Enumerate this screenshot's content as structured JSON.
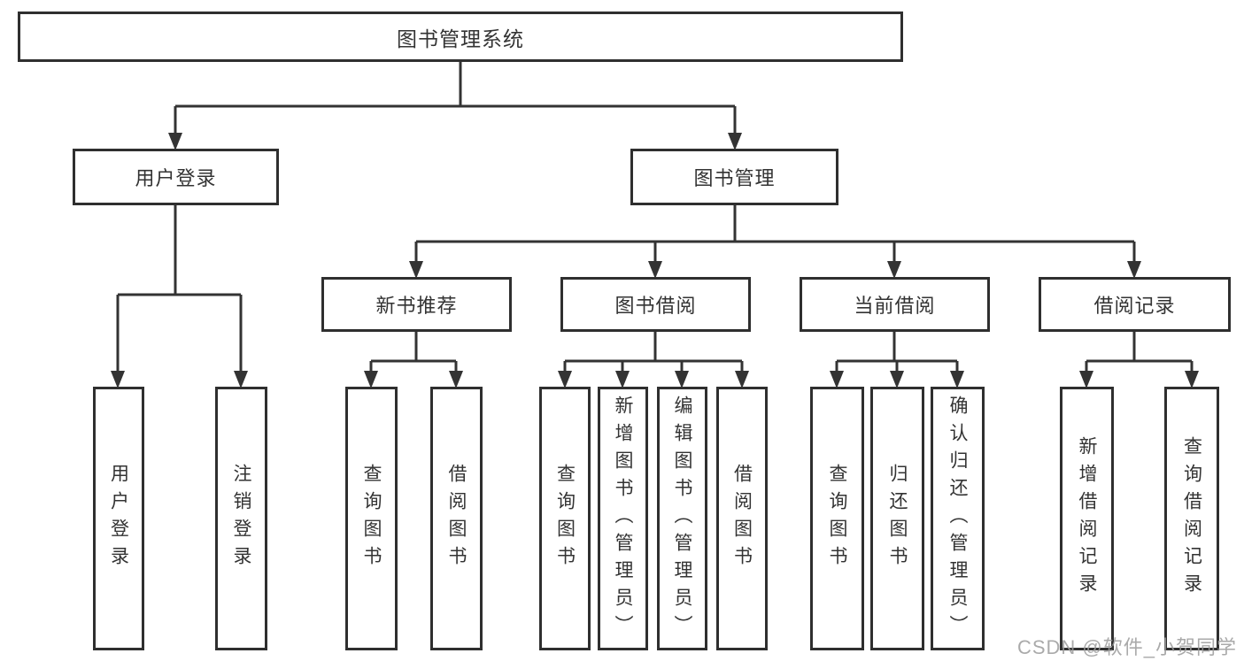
{
  "diagram": {
    "title_node": {
      "label": "图书管理系统"
    },
    "level2": [
      {
        "label": "用户登录",
        "children": [
          {
            "label": "用户登录"
          },
          {
            "label": "注销登录"
          }
        ]
      },
      {
        "label": "图书管理",
        "children": [
          {
            "label": "新书推荐",
            "children": [
              {
                "label": "查询图书"
              },
              {
                "label": "借阅图书"
              }
            ]
          },
          {
            "label": "图书借阅",
            "children": [
              {
                "label": "查询图书"
              },
              {
                "label": "新增图书（管理员）"
              },
              {
                "label": "编辑图书（管理员）"
              },
              {
                "label": "借阅图书"
              }
            ]
          },
          {
            "label": "当前借阅",
            "children": [
              {
                "label": "查询图书"
              },
              {
                "label": "归还图书"
              },
              {
                "label": "确认归还（管理员）"
              }
            ]
          },
          {
            "label": "借阅记录",
            "children": [
              {
                "label": "新增借阅记录"
              },
              {
                "label": "查询借阅记录"
              }
            ]
          }
        ]
      }
    ],
    "watermark": "CSDN @软件_小贺同学",
    "colors": {
      "line": "#333333",
      "box_border": "#2f2f2f",
      "text": "#333333",
      "watermark": "#9b9b9b",
      "background": "#ffffff"
    }
  }
}
